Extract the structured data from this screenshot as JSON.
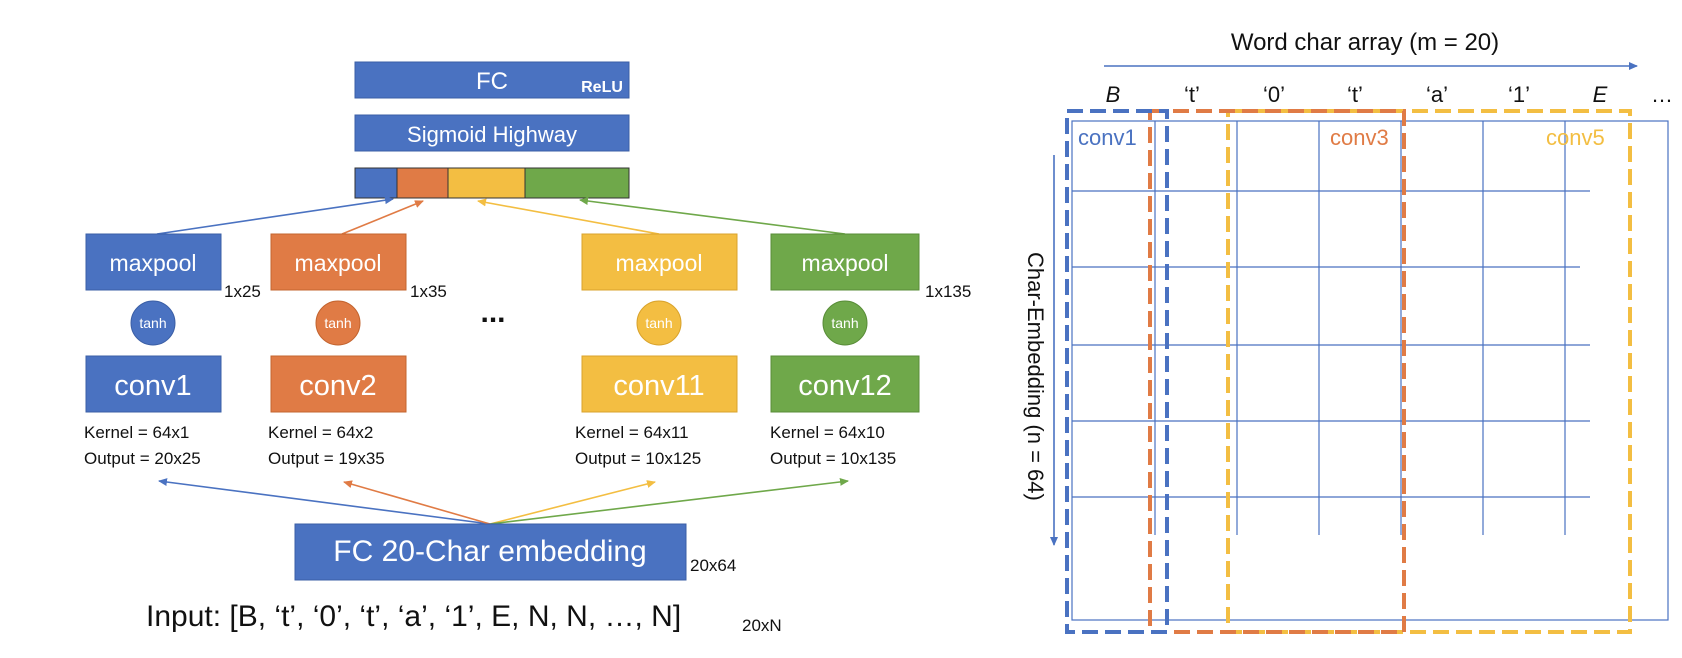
{
  "colors": {
    "blue": "#4a72c1",
    "orange": "#e07b45",
    "yellow": "#f3be42",
    "green": "#6fa84a",
    "text_dark": "#111111",
    "white": "#ffffff"
  },
  "left": {
    "fc_top": {
      "label": "FC",
      "activation": "ReLU"
    },
    "highway": {
      "label": "Sigmoid Highway"
    },
    "concat_segments": [
      "blue",
      "orange",
      "yellow",
      "green"
    ],
    "branches": [
      {
        "color": "blue",
        "maxpool": "maxpool",
        "pool_size": "1x25",
        "act": "tanh",
        "conv": "conv1",
        "kernel": "Kernel = 64x1",
        "output": "Output = 20x25"
      },
      {
        "color": "orange",
        "maxpool": "maxpool",
        "pool_size": "1x35",
        "act": "tanh",
        "conv": "conv2",
        "kernel": "Kernel = 64x2",
        "output": "Output = 19x35"
      },
      {
        "color": "yellow",
        "maxpool": "maxpool",
        "pool_size": "",
        "act": "tanh",
        "conv": "conv11",
        "kernel": "Kernel = 64x11",
        "output": "Output = 10x125"
      },
      {
        "color": "green",
        "maxpool": "maxpool",
        "pool_size": "1x135",
        "act": "tanh",
        "conv": "conv12",
        "kernel": "Kernel = 64x10",
        "output": "Output = 10x135"
      }
    ],
    "ellipsis": "...",
    "embedding": {
      "label": "FC 20-Char embedding",
      "size": "20x64"
    },
    "input": {
      "prefix": "Input: [",
      "content": "B, ‘t’, ‘0’, ‘t’, ‘a’, ‘1’, E, N, N, …, N",
      "suffix": "]",
      "size": "20xN"
    }
  },
  "right": {
    "title": "Word char array (m = 20)",
    "columns": [
      "B",
      "‘t’",
      "‘0’",
      "‘t’",
      "‘a’",
      "‘1’",
      "E",
      "…"
    ],
    "italic_columns": [
      0,
      6
    ],
    "side_label": "Char-Embedding (n = 64)",
    "windows": [
      {
        "label": "conv1",
        "color": "blue"
      },
      {
        "label": "conv3",
        "color": "orange"
      },
      {
        "label": "conv5",
        "color": "yellow"
      }
    ],
    "grid_rows": 6,
    "grid_cols": 6
  }
}
